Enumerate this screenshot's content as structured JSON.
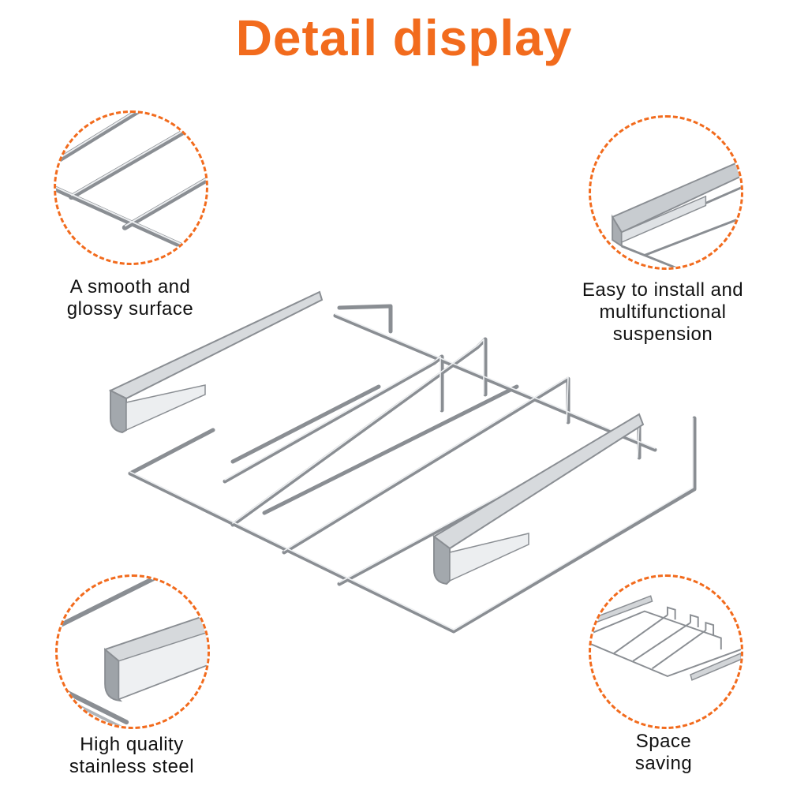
{
  "title": "Detail display",
  "colors": {
    "accent": "#f26b1d",
    "wire": "#8a8e93",
    "wire_light": "#d9dcdf",
    "steel": "#c8ccd0"
  },
  "features": [
    {
      "lines": [
        "A smooth and",
        "glossy surface"
      ]
    },
    {
      "lines": [
        "Easy to install and",
        "multifunctional",
        "suspension"
      ]
    },
    {
      "lines": [
        "High quality",
        "stainless steel"
      ]
    },
    {
      "lines": [
        "Space",
        "saving"
      ]
    }
  ]
}
